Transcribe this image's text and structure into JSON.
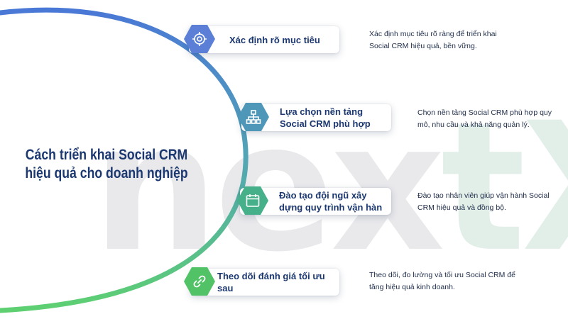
{
  "watermark": {
    "prefix": "nex",
    "highlight": "tX"
  },
  "title": {
    "line1": "Cách triển khai Social CRM",
    "line2": "hiệu quả cho doanh nghiệp"
  },
  "colors": {
    "title": "#1c3870",
    "hex_1": "#5b7fd6",
    "hex_2": "#4f97b9",
    "hex_3": "#45b08a",
    "hex_4": "#52c267",
    "curve_top": "#4a78d6",
    "curve_bottom": "#5ed071"
  },
  "steps": [
    {
      "icon": "target-icon",
      "title_line1": "Xác định rõ mục tiêu",
      "title_line2": "",
      "desc_line1": "Xác định mục tiêu rõ ràng để triển khai",
      "desc_line2": "Social CRM hiệu quả, bền vững."
    },
    {
      "icon": "hierarchy-icon",
      "title_line1": "Lựa chọn nền tảng",
      "title_line2": "Social CRM phù hợp",
      "desc_line1": "Chọn nền tảng Social CRM phù hợp quy",
      "desc_line2": "mô, nhu cầu và khả năng quản lý."
    },
    {
      "icon": "calendar-icon",
      "title_line1": "Đào tạo đội ngũ  xây",
      "title_line2": "dựng quy trình vận hàn",
      "desc_line1": "Đào tạo nhân viên giúp vận hành Social",
      "desc_line2": "CRM hiệu quả và đồng bộ."
    },
    {
      "icon": "link-icon",
      "title_line1": "Theo dõi đánh giá tối ưu sau",
      "title_line2": "",
      "desc_line1": "Theo dõi, đo lường và tối ưu Social CRM để",
      "desc_line2": "tăng hiệu quả kinh doanh."
    }
  ]
}
